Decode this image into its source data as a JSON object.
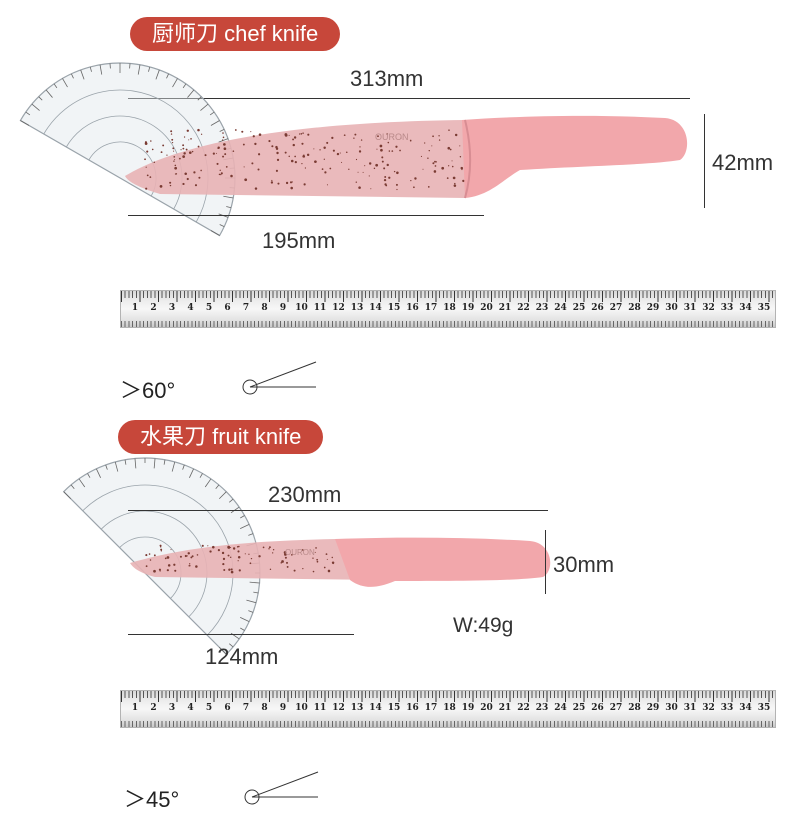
{
  "chef": {
    "title": "厨师刀 chef  knife",
    "total_length": "313mm",
    "blade_length": "195mm",
    "width": "42mm",
    "angle": "＞60°"
  },
  "fruit": {
    "title": "水果刀  fruit knife",
    "total_length": "230mm",
    "blade_length": "124mm",
    "width": "30mm",
    "weight": "W:49g",
    "angle": "＞45°"
  },
  "brand": "OURON",
  "ruler_numbers": [
    "1",
    "2",
    "3",
    "4",
    "5",
    "6",
    "7",
    "8",
    "9",
    "10",
    "11",
    "12",
    "13",
    "14",
    "15",
    "16",
    "17",
    "18",
    "19",
    "20",
    "21",
    "22",
    "23",
    "24",
    "25",
    "26",
    "27",
    "28",
    "29",
    "30",
    "31",
    "32",
    "33",
    "34",
    "35"
  ],
  "colors": {
    "pill": "#c7473a",
    "handle": "#f2a7ab",
    "blade": "#e7b4b6"
  }
}
